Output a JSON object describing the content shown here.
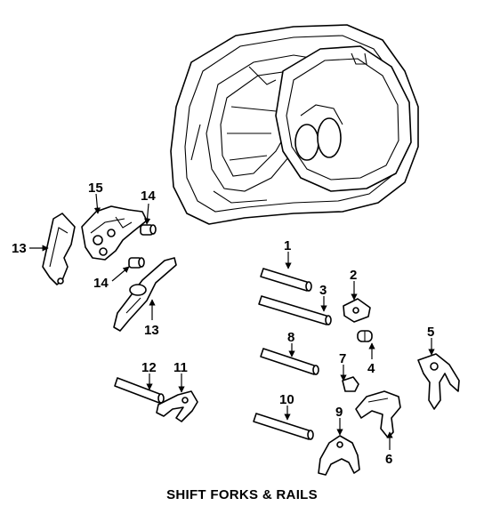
{
  "title": "SHIFT FORKS & RAILS",
  "callouts": {
    "c1": "1",
    "c2": "2",
    "c3": "3",
    "c4": "4",
    "c5": "5",
    "c6": "6",
    "c7": "7",
    "c8": "8",
    "c9": "9",
    "c10": "10",
    "c11": "11",
    "c12": "12",
    "c13a": "13",
    "c13b": "13",
    "c14a": "14",
    "c14b": "14",
    "c15": "15"
  }
}
